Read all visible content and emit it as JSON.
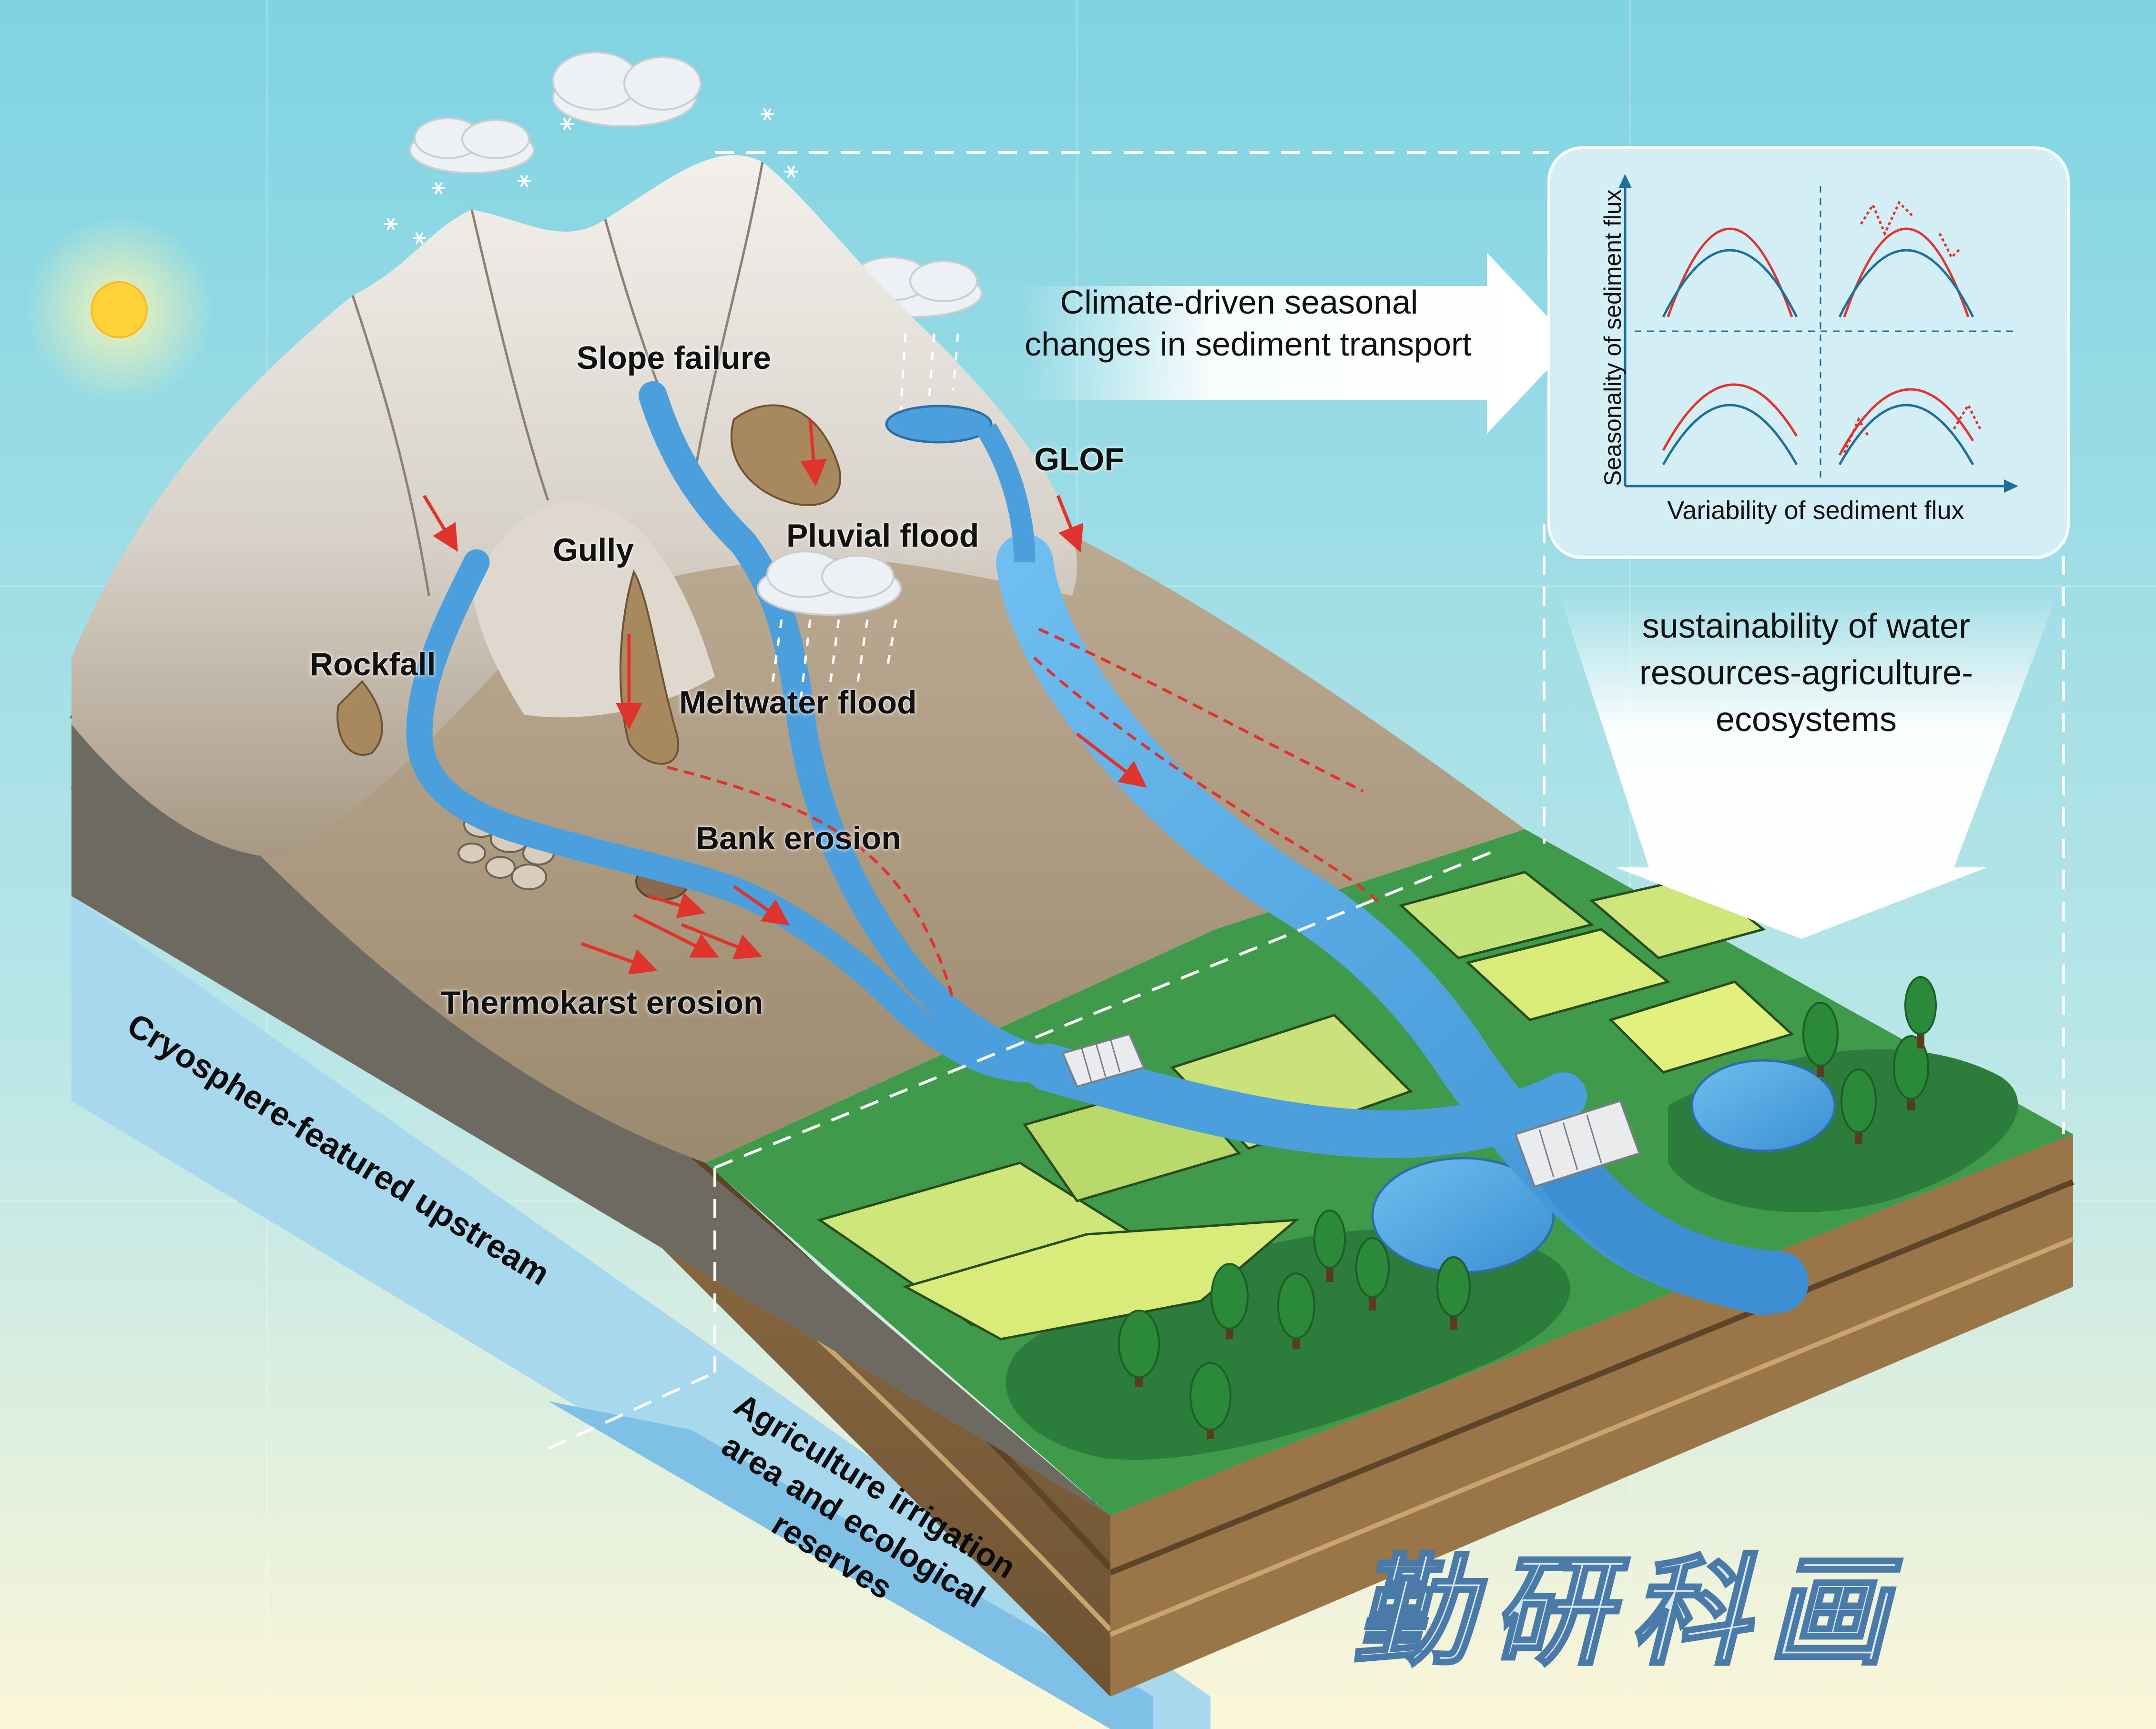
{
  "labels": {
    "slope_failure": "Slope failure",
    "glof": "GLOF",
    "pluvial_flood": "Pluvial flood",
    "gully": "Gully",
    "rockfall": "Rockfall",
    "meltwater_flood": "Meltwater flood",
    "bank_erosion": "Bank erosion",
    "thermokarst_erosion": "Thermokarst erosion"
  },
  "arrow_text": {
    "line1": "Climate-driven seasonal",
    "line2": "changes in sediment transport"
  },
  "inset": {
    "xlabel": "Variability of sediment flux",
    "ylabel": "Seasonality of sediment flux"
  },
  "sustainability": {
    "line1": "sustainability of water",
    "line2": "resources-agriculture-",
    "line3": "ecosystems"
  },
  "zones": {
    "upstream": "Cryosphere-featured upstream",
    "down_line1": "Agriculture irrigation",
    "down_line2": "area and ecological",
    "down_line3": "reserves"
  },
  "watermark": "勤研科画",
  "colors": {
    "sky_top": "#7fd3e3",
    "sky_bottom": "#fbf6d8",
    "sun": "#ffd23a",
    "snow": "#ece8e1",
    "rock": "#a28e74",
    "water": "#4a9fdc",
    "grass": "#3f9a4b",
    "field": "#d9ec7a",
    "soil": "#8b6a45",
    "red_curve": "#e0332b",
    "blue_curve": "#1f6f9c",
    "panel": "#d3eef4"
  }
}
